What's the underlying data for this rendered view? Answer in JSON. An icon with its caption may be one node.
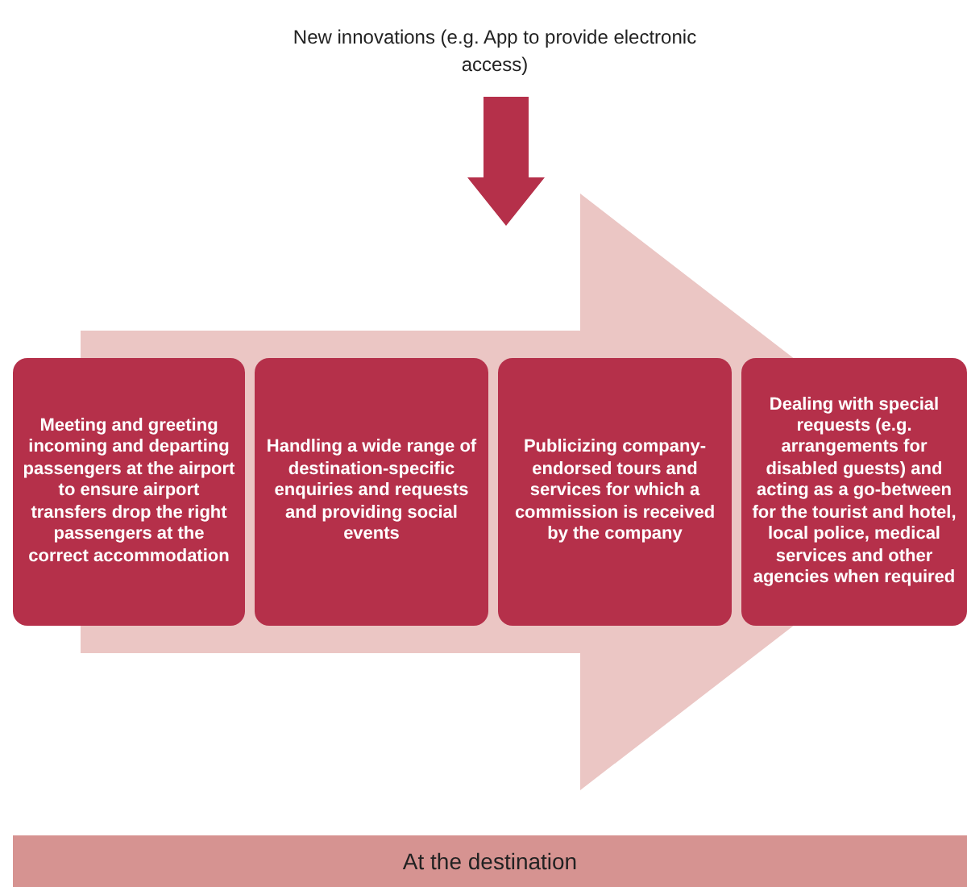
{
  "diagram": {
    "nodes": [
      {
        "text": [
          "New innovations (e.g. App to provide electronic access)"
        ]
      },
      {
        "text": [
          "Meeting and greeting incoming and departing passengers at the airport to ensure airport transfers drop the right passengers at the correct accommodation"
        ]
      },
      {
        "text": [
          "Handling a wide range of destination-specific enquiries and requests and providing social events"
        ]
      },
      {
        "text": [
          "Publicizing company-endorsed tours and services for which a commission is received by the company"
        ]
      },
      {
        "text": [
          "Dealing with special requests (e.g. arrangements for disabled guests) and acting as a go-between for the tourist and hotel, local police, medical services and other agencies when required"
        ]
      },
      {
        "text": [
          "At the destination"
        ]
      }
    ],
    "edges": [
      {
        "from": 0,
        "to": null,
        "arrow": "to",
        "style": "thick"
      },
      {
        "from": 1,
        "to": 4,
        "arrow": "to",
        "style": "thick",
        "color": "#ebc6c4"
      }
    ]
  }
}
